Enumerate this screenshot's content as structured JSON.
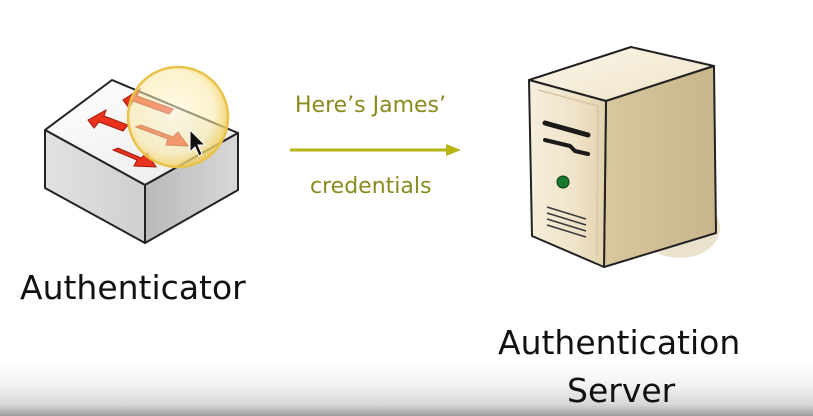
{
  "authenticator": {
    "label": "Authenticator"
  },
  "server": {
    "label_line1": "Authentication",
    "label_line2": "Server"
  },
  "message": {
    "line1": "Here’s James’",
    "line2": "credentials"
  },
  "colors": {
    "message_text": "#8a8a1e",
    "arrow": "#b5b515",
    "switch_arrows": "#e8321e",
    "highlight": "#f3d66a",
    "server_body": "#efe4cd",
    "server_led": "#1a7a2a"
  },
  "icons": {
    "switch": "network-switch-icon",
    "server": "server-tower-icon",
    "cursor": "mouse-pointer-icon",
    "arrow": "right-arrow-icon"
  }
}
